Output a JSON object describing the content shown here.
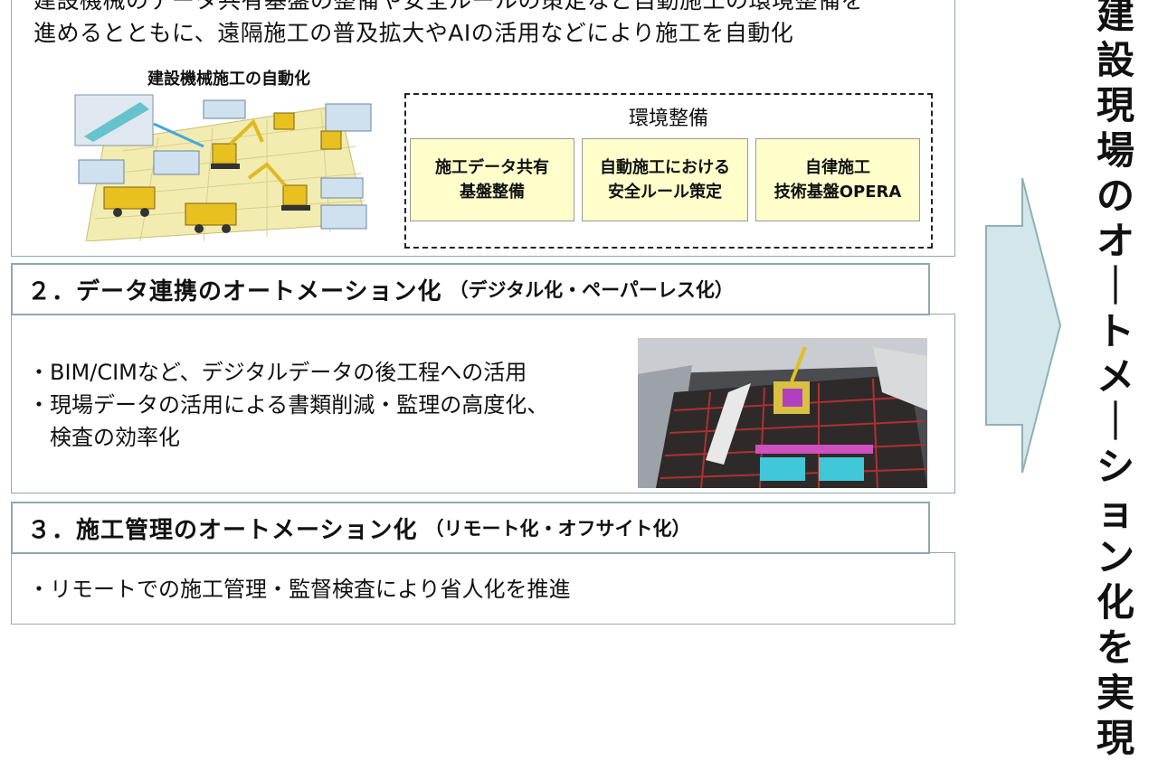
{
  "section1": {
    "text_lines": [
      "建設機械のデータ共有基盤の整備や安全ルールの策定など自動施工の環境整備を",
      "進めるとともに、遠隔施工の普及拡大やAIの活用などにより施工を自動化"
    ],
    "machine_title": "建設機械施工の自動化",
    "environment": {
      "title": "環境整備",
      "items": [
        "施工データ共有\n基盤整備",
        "自動施工における\n安全ルール策定",
        "自律施工\n技術基盤OPERA"
      ]
    }
  },
  "section2": {
    "heading": "２．データ連携のオートメーション化",
    "subheading": "（デジタル化・ペーパーレス化）",
    "bullets": [
      "・BIM/CIMなど、デジタルデータの後工程への活用",
      "・現場データの活用による書類削減・監理の高度化、",
      "　検査の効率化"
    ]
  },
  "section3": {
    "heading": "３．施工管理のオートメーション化",
    "subheading": "（リモート化・オフサイト化）",
    "bullets": [
      "・リモートでの施工管理・監督検査により省人化を推進"
    ]
  },
  "side_title": "建設現場のオートメーション化を実現",
  "colors": {
    "panel_border": "#8fa7b3",
    "env_item_fill": "#ffffcc",
    "arrow_fill": "#d3e6ea",
    "arrow_stroke": "#8fb0b8"
  }
}
